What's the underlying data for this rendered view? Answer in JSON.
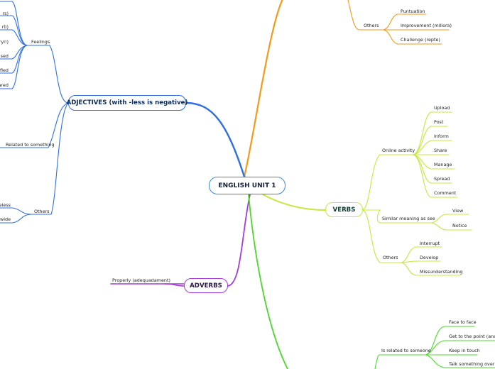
{
  "central": {
    "title": "ENGLISH UNIT 1"
  },
  "adjectives": {
    "title": "ADJECTIVES (with -less is negative)",
    "feelings_label": "Feelings",
    "feelings_items": [
      "rs)",
      "rti)",
      "ryi!)",
      "sed",
      "ified",
      "ared"
    ],
    "related_label": "Related to something",
    "others_label": "Others",
    "others_items": [
      "eless",
      "ldwide"
    ]
  },
  "verbs": {
    "title": "VERBS",
    "online_label": "Online activity",
    "online_items": [
      "Upload",
      "Post",
      "Inform",
      "Share",
      "Manage",
      "Spread",
      "Comment"
    ],
    "similar_label": "Similar meaning as see",
    "similar_items": [
      "View",
      "Notice"
    ],
    "others_label": "Others",
    "others_items": [
      "Interrupt",
      "Develop",
      "Missunderstanding"
    ]
  },
  "nouns": {
    "others_label": "Others",
    "others_items": [
      "Puntuation",
      "Improvement (millora)",
      "Challenge (repte)"
    ]
  },
  "adverbs": {
    "title": "ADVERBS",
    "items": [
      "Properly (adequadament)"
    ]
  },
  "expressions": {
    "group_label": "Is related to someone",
    "items": [
      "Face to face",
      "Get to the point (anar al",
      "Keep in touch",
      "Talk something over"
    ]
  },
  "colors": {
    "adjectives": "#2f6fe0",
    "verbs": "#c5e83c",
    "nouns": "#f39a1b",
    "adverbs": "#a43cd8",
    "expressions": "#4bd82a",
    "central_border": "#3a86d6"
  }
}
